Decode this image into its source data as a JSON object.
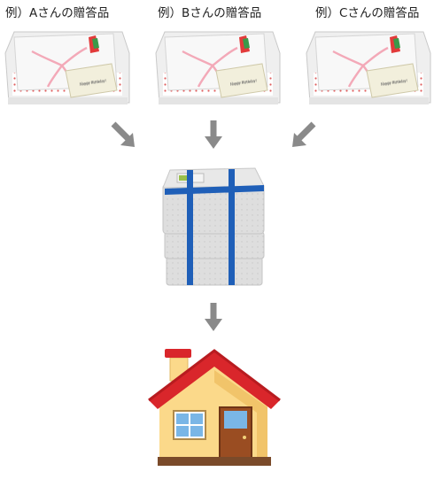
{
  "captions": {
    "a": "例）Aさんの贈答品",
    "b": "例）Bさんの贈答品",
    "c": "例）Cさんの贈答品"
  },
  "card_text": "Happy Birthday!",
  "colors": {
    "arrow": "#8a8a8a",
    "ribbon_pink": "#f3a9b8",
    "box_dots": "#e06060",
    "band_blue": "#1f5fb8",
    "roof_red": "#d9262b",
    "wall": "#fbd98a",
    "door": "#9a4d22",
    "window": "#7ab6e6",
    "base": "#7a4a2a"
  },
  "icons": [
    "gift-box-a",
    "gift-box-b",
    "gift-box-c",
    "down-arrow",
    "stacked-package",
    "house-icon"
  ]
}
